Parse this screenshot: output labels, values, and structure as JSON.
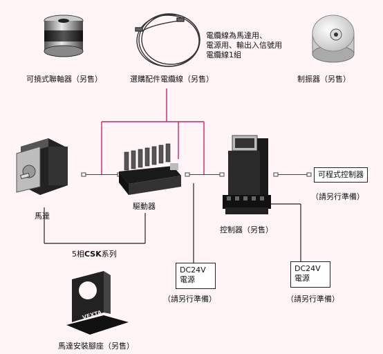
{
  "components": {
    "coupling": "可撓式聯軸器（另售）",
    "cable_desc": "電纜線為馬達用、\n電源用、輸出入信號用\n電纜線1組",
    "cable": "選購配件電纜線（另售）",
    "damper": "制振器（另售）",
    "motor": "馬達",
    "driver": "驅動器",
    "controller": "控制器（另售）",
    "plc": "可程式控制器",
    "plc_note": "（請另行準備）",
    "series_prefix": "5相",
    "series_bold": "CSK",
    "series_suffix": "系列",
    "psu1_line1": "DC24V",
    "psu1_line2": "電源",
    "psu1_note": "（請另行準備）",
    "psu2_line1": "DC24V",
    "psu2_line2": "電源",
    "psu2_note": "（請另行準備）",
    "bracket": "馬達安裝腳座（另售）"
  },
  "logos": {
    "bracket_brand": "VEXTA"
  },
  "colors": {
    "background": "#fff5f7",
    "connector": "#d0206a",
    "line": "#222222"
  }
}
